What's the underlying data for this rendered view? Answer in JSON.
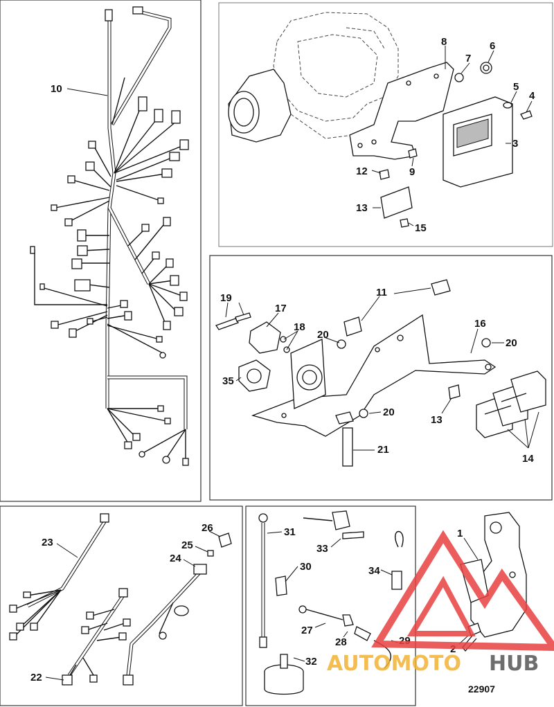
{
  "diagram_code": "22907",
  "watermark": {
    "text_a": "AUTOMOTO",
    "text_b": "HUB",
    "color_a": "#f2b233",
    "color_b": "#555555",
    "logo_color": "#e84040"
  },
  "callouts": {
    "c1": "1",
    "c2": "2",
    "c3": "3",
    "c4": "4",
    "c5": "5",
    "c6": "6",
    "c7": "7",
    "c8": "8",
    "c9": "9",
    "c10": "10",
    "c11": "11",
    "c12": "12",
    "c13a": "13",
    "c13b": "13",
    "c14": "14",
    "c15": "15",
    "c16": "16",
    "c17": "17",
    "c18": "18",
    "c19": "19",
    "c20a": "20",
    "c20b": "20",
    "c20c": "20",
    "c21": "21",
    "c22": "22",
    "c23": "23",
    "c24": "24",
    "c25": "25",
    "c26": "26",
    "c27": "27",
    "c28": "28",
    "c29": "29",
    "c30": "30",
    "c31": "31",
    "c32": "32",
    "c33": "33",
    "c34": "34",
    "c35": "35"
  }
}
